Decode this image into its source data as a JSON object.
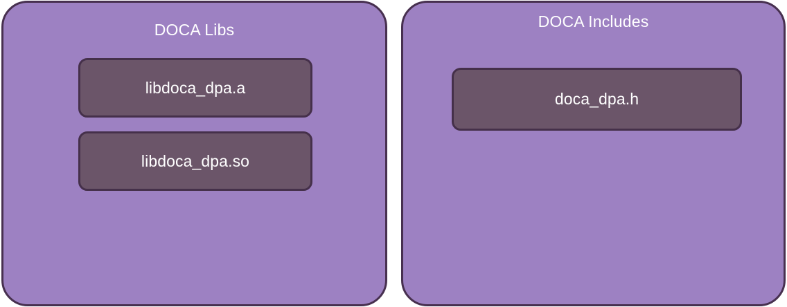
{
  "diagram": {
    "type": "nested-boxes",
    "background_color": "#ffffff",
    "groups": [
      {
        "id": "doca-libs",
        "title": "DOCA Libs",
        "fill_color": "#9d81c2",
        "border_color": "#47304f",
        "items": [
          {
            "id": "libdoca-dpa-a",
            "label": "libdoca_dpa.a",
            "fill_color": "#6b5569",
            "border_color": "#45304a"
          },
          {
            "id": "libdoca-dpa-so",
            "label": "libdoca_dpa.so",
            "fill_color": "#6b5569",
            "border_color": "#45304a"
          }
        ]
      },
      {
        "id": "doca-includes",
        "title": "DOCA Includes",
        "fill_color": "#9d81c2",
        "border_color": "#47304f",
        "items": [
          {
            "id": "doca-dpa-h",
            "label": "doca_dpa.h",
            "fill_color": "#6b5569",
            "border_color": "#45304a"
          }
        ]
      }
    ]
  }
}
